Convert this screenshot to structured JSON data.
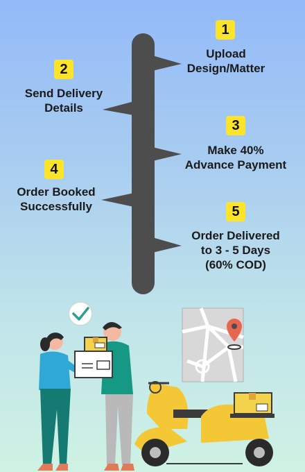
{
  "steps": [
    {
      "number": "1",
      "lines": [
        "Upload",
        "Design/Matter"
      ]
    },
    {
      "number": "2",
      "lines": [
        "Send Delivery",
        "Details"
      ]
    },
    {
      "number": "3",
      "lines": [
        "Make 40%",
        "Advance Payment"
      ]
    },
    {
      "number": "4",
      "lines": [
        "Order Booked",
        "Successfully"
      ]
    },
    {
      "number": "5",
      "lines": [
        "Order Delivered",
        "to 3 - 5 Days",
        "(60% COD)"
      ]
    }
  ],
  "colors": {
    "badge": "#fbe42a",
    "timeline": "#4d4d4d",
    "text": "#1a1a1a"
  },
  "icons": [
    "check-icon",
    "map-icon",
    "location-pin-icon",
    "package-icon",
    "scooter-icon",
    "woman-icon",
    "man-icon"
  ]
}
